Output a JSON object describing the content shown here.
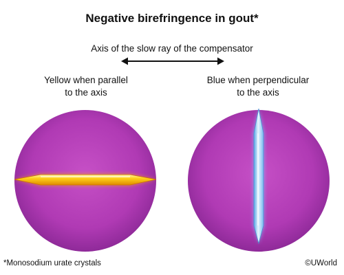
{
  "title": "Negative birefringence in gout*",
  "axis_label": "Axis of the slow ray of the compensator",
  "left_panel": {
    "caption_line1": "Yellow when parallel",
    "caption_line2": "to the axis",
    "crystal_color": "#ffd21a"
  },
  "right_panel": {
    "caption_line1": "Blue when perpendicular",
    "caption_line2": "to the axis",
    "crystal_color": "#a8dcff"
  },
  "field_color": "#b03ab4",
  "footnote": "*Monosodium urate crystals",
  "credit": "©UWorld"
}
